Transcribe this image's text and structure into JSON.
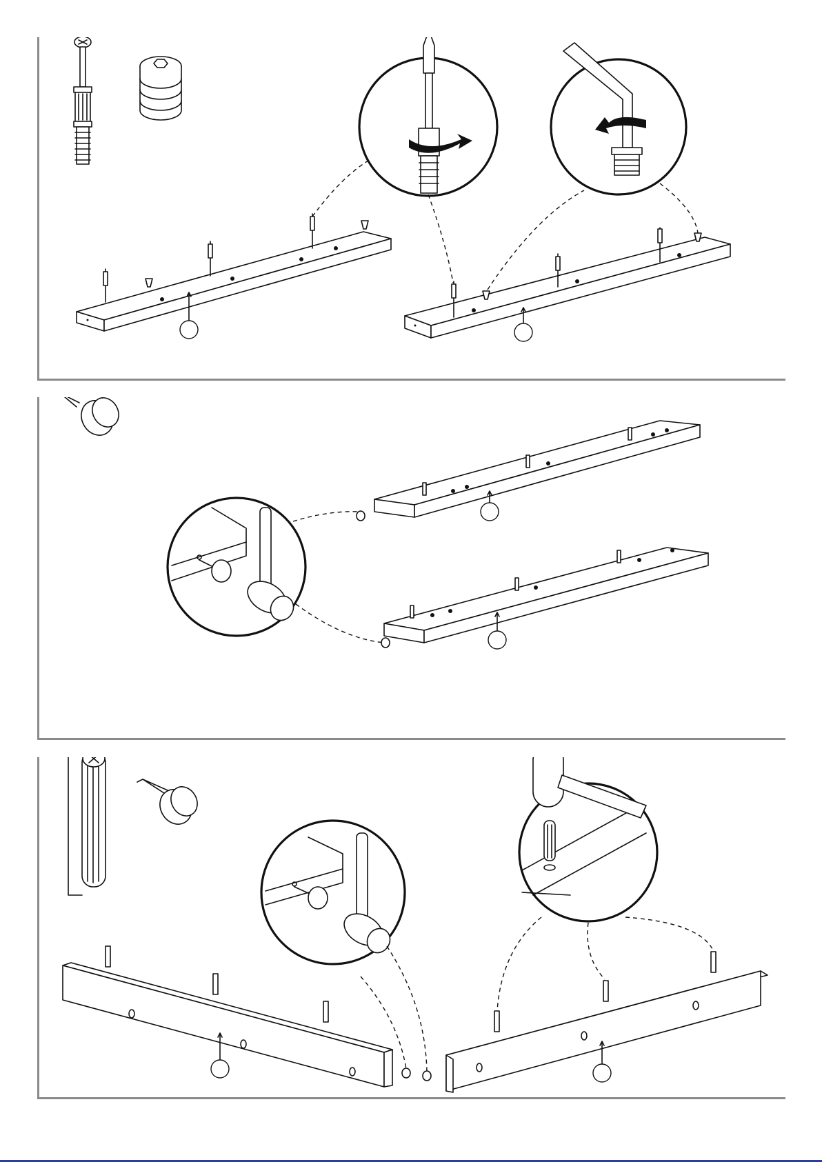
{
  "document": {
    "type": "assembly-instructions",
    "steps": [
      {
        "parts": [
          "cam-bolt",
          "threaded-insert"
        ],
        "tools": [
          "screwdriver",
          "hex-key"
        ],
        "callouts": [
          "",
          ""
        ]
      },
      {
        "parts": [
          "furniture-glide"
        ],
        "tools": [
          "hammer"
        ],
        "callouts": [
          "",
          ""
        ]
      },
      {
        "parts": [
          "wooden-dowel",
          "furniture-glide"
        ],
        "tools": [
          "hammer"
        ],
        "callouts": [
          "",
          ""
        ]
      }
    ]
  },
  "icons": {
    "cam_bolt": "cam-bolt-icon",
    "insert": "threaded-insert-icon",
    "glide": "glide-nail-icon",
    "dowel": "dowel-icon",
    "screwdriver": "screwdriver-icon",
    "hexkey": "hex-key-icon",
    "hammer": "hammer-icon"
  },
  "colors": {
    "line": "#111111",
    "frame": "#8a8a8a",
    "accent_bar": "#2b3f9a"
  }
}
